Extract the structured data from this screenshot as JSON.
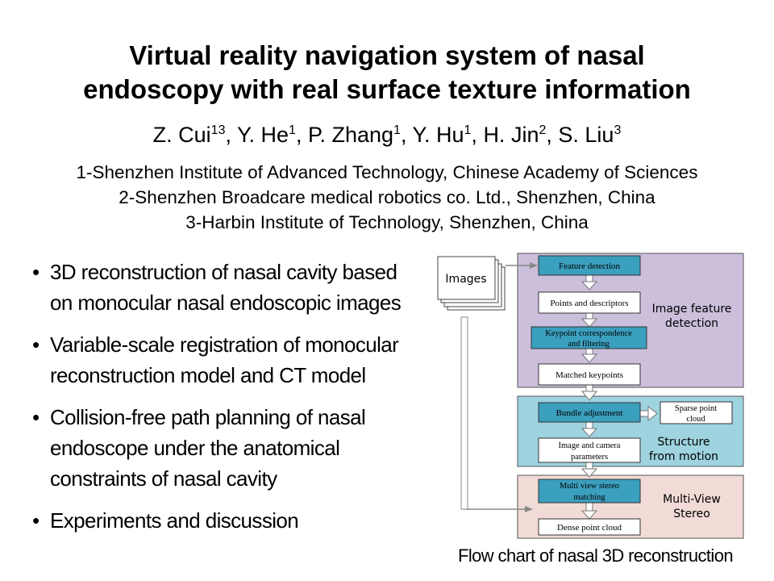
{
  "title": {
    "line1": "Virtual reality navigation system of nasal",
    "line2": "endoscopy with real surface texture information"
  },
  "authors": [
    {
      "name": "Z. Cui",
      "sup": "13",
      "sep": ", "
    },
    {
      "name": "Y. He",
      "sup": "1",
      "sep": ", "
    },
    {
      "name": "P. Zhang",
      "sup": "1",
      "sep": ", "
    },
    {
      "name": "Y. Hu",
      "sup": "1",
      "sep": ", "
    },
    {
      "name": "H. Jin",
      "sup": "2",
      "sep": ", "
    },
    {
      "name": "S. Liu",
      "sup": "3",
      "sep": ""
    }
  ],
  "affiliations": [
    "1-Shenzhen Institute of Advanced Technology, Chinese Academy of Sciences",
    "2-Shenzhen Broadcare medical robotics co. Ltd., Shenzhen, China",
    "3-Harbin Institute of Technology, Shenzhen, China"
  ],
  "bullets": [
    {
      "line1": "3D reconstruction of nasal cavity based",
      "line2": "on monocular nasal endoscopic images",
      "line3": ""
    },
    {
      "line1": "Variable-scale registration of monocular",
      "line2": "reconstruction model and CT model",
      "line3": ""
    },
    {
      "line1": "Collision-free path planning of nasal",
      "line2": "endoscope under the anatomical",
      "line3": "constraints of nasal cavity"
    },
    {
      "line1": "Experiments and discussion",
      "line2": "",
      "line3": ""
    }
  ],
  "bullet_symbol": "•",
  "flowchart": {
    "images_label": "Images",
    "stage1": {
      "label_line1": "Image feature",
      "label_line2": "detection",
      "color": "#cbbfdc"
    },
    "stage2": {
      "label_line1": "Structure",
      "label_line2": "from motion",
      "color": "#9ed3df"
    },
    "stage3": {
      "label_line1": "Multi-View",
      "label_line2": "Stereo",
      "color": "#f2dbd6"
    },
    "box_dark_color": "#3b9fbe",
    "steps": {
      "feature_detection": "Feature detection",
      "points_descriptors": "Points and descriptors",
      "keypoint_line1": "Keypoint correspondence",
      "keypoint_line2": "and filtering",
      "matched_keypoints": "Matched keypoints",
      "bundle_adjustment": "Bundle adjustment",
      "sparse_line1": "Sparse point",
      "sparse_line2": "cloud",
      "camera_line1": "Image and camera",
      "camera_line2": "parameters",
      "mvs_line1": "Multi view stereo",
      "mvs_line2": "matching",
      "dense_point_cloud": "Dense point cloud"
    },
    "caption": "Flow chart of nasal 3D reconstruction"
  }
}
